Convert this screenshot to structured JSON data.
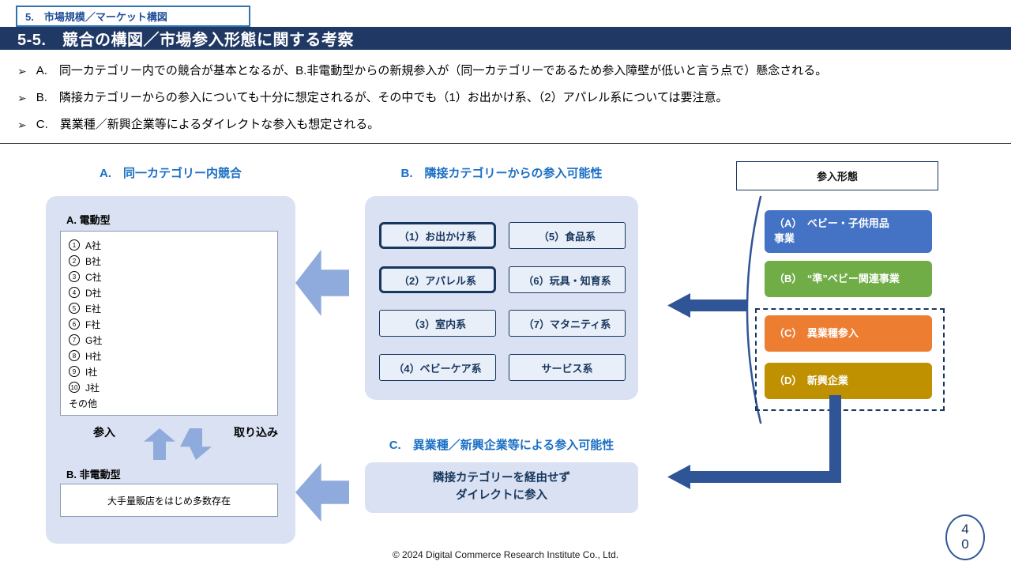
{
  "colors": {
    "header_bar": "#203864",
    "tag_border": "#2E74B5",
    "section_title_blue": "#1B6FC4",
    "panel_fill": "#D9E1F2",
    "navy_border": "#17375E",
    "light_arrow": "#8FAADC",
    "dark_arrow": "#2F5597",
    "entry_a": "#4472C4",
    "entry_b": "#70AD47",
    "entry_c": "#ED7D31",
    "entry_d": "#BF9000"
  },
  "slide": {
    "tag": "5.　市場規模／マーケット構図",
    "title": "5-5.　競合の構図／市場参入形態に関する考察",
    "bullet_mark": "➢",
    "bullets": [
      "A.　同一カテゴリー内での競合が基本となるが、B.非電動型からの新規参入が（同一カテゴリーであるため参入障壁が低いと言う点で）懸念される。",
      "B.　隣接カテゴリーからの参入についても十分に想定されるが、その中でも（1）お出かけ系、（2）アパレル系については要注意。",
      "C.　異業種／新興企業等によるダイレクトな参入も想定される。"
    ],
    "footer": "© 2024 Digital Commerce Research Institute Co., Ltd.",
    "page_digits": [
      "4",
      "0"
    ]
  },
  "section_a": {
    "title": "A.　同一カテゴリー内競合",
    "electric_label": "A. 電動型",
    "companies": [
      {
        "num": "1",
        "name": "A社"
      },
      {
        "num": "2",
        "name": "B社"
      },
      {
        "num": "3",
        "name": "C社"
      },
      {
        "num": "4",
        "name": "D社"
      },
      {
        "num": "5",
        "name": "E社"
      },
      {
        "num": "6",
        "name": "F社"
      },
      {
        "num": "7",
        "name": "G社"
      },
      {
        "num": "8",
        "name": "H社"
      },
      {
        "num": "9",
        "name": "I社"
      },
      {
        "num": "10",
        "name": "J社"
      },
      {
        "num": "",
        "name": "その他"
      }
    ],
    "entry_label": "参入",
    "capture_label": "取り込み",
    "non_electric_label": "B. 非電動型",
    "non_electric_note": "大手量販店をはじめ多数存在"
  },
  "section_b": {
    "title": "B.　隣接カテゴリーからの参入可能性",
    "categories": [
      {
        "label": "（1）お出かけ系",
        "highlight": true
      },
      {
        "label": "（2）アパレル系",
        "highlight": true
      },
      {
        "label": "（3）室内系",
        "highlight": false
      },
      {
        "label": "（4）ベビーケア系",
        "highlight": false
      },
      {
        "label": "（5）食品系",
        "highlight": false
      },
      {
        "label": "（6）玩具・知育系",
        "highlight": false
      },
      {
        "label": "（7）マタニティ系",
        "highlight": false
      },
      {
        "label": "サービス系",
        "highlight": false
      }
    ]
  },
  "section_c": {
    "title": "C.　異業種／新興企業等による参入可能性",
    "box_lines": [
      "隣接カテゴリーを経由せず",
      "ダイレクトに参入"
    ]
  },
  "entry_forms": {
    "title": "参入形態",
    "items": [
      {
        "label": "（A）　ベビー・子供用品\n事業",
        "color": "#4472C4"
      },
      {
        "label": "（B）　“準”ベビー関連事業",
        "color": "#70AD47"
      },
      {
        "label": "（C）　異業種参入",
        "color": "#ED7D31"
      },
      {
        "label": "（D）　新興企業",
        "color": "#BF9000"
      }
    ]
  }
}
